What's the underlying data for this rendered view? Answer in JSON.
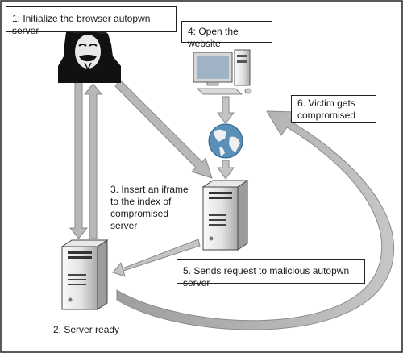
{
  "steps": {
    "step1": "1: Initialize the browser autopwn server",
    "step2": "2. Server ready",
    "step3": "3. Insert an iframe to the index of compromised server",
    "step4": "4: Open the website",
    "step5": "5. Sends request to malicious autopwn server",
    "step6": "6. Victim gets compromised"
  },
  "icons": {
    "attacker": "masked-attacker-icon",
    "victim_pc": "desktop-computer-icon",
    "internet": "globe-icon",
    "compromised_server": "server-tower-icon",
    "autopwn_server": "server-tower-icon"
  },
  "colors": {
    "arrow_fill": "#b8b8b8",
    "arrow_stroke": "#8a8a8a",
    "globe_ocean": "#5a8fb8",
    "globe_land": "#f0f0f0"
  }
}
